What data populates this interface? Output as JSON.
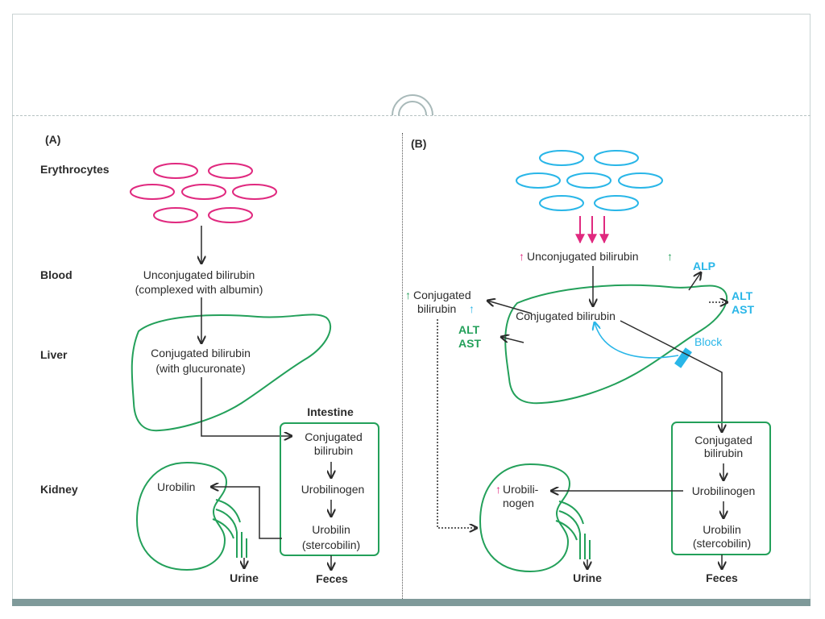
{
  "panel_a": {
    "label": "(A)",
    "row_labels": {
      "erythrocytes": "Erythrocytes",
      "blood": "Blood",
      "liver": "Liver",
      "kidney": "Kidney"
    },
    "blood_text": [
      "Unconjugated bilirubin",
      "(complexed with albumin)"
    ],
    "liver_text": [
      "Conjugated bilirubin",
      "(with glucuronate)"
    ],
    "intestine_title": "Intestine",
    "intestine_items": {
      "conjugated": [
        "Conjugated",
        "bilirubin"
      ],
      "urobilinogen": "Urobilinogen",
      "urobilin": [
        "Urobilin",
        "(stercobilin)"
      ]
    },
    "kidney_text": "Urobilin",
    "urine": "Urine",
    "feces": "Feces"
  },
  "panel_b": {
    "label": "(B)",
    "increase_symbol": "↑",
    "unconjugated": "Unconjugated bilirubin",
    "liver_text": "Conjugated bilirubin",
    "conjugated_out": [
      "Conjugated",
      "bilirubin"
    ],
    "alp": "ALP",
    "alt_ast_right": [
      "ALT",
      "AST"
    ],
    "alt_ast_left": [
      "ALT",
      "AST"
    ],
    "block": "Block",
    "intestine_items": {
      "conjugated": [
        "Conjugated",
        "bilirubin"
      ],
      "urobilinogen": "Urobilinogen",
      "urobilin": [
        "Urobilin",
        "(stercobilin)"
      ]
    },
    "kidney_text": [
      "Urobili-",
      "nogen"
    ],
    "urine": "Urine",
    "feces": "Feces"
  },
  "colors": {
    "erythrocyte_normal": "#e0297f",
    "erythrocyte_hemolysis": "#29b6e8",
    "organ_outline": "#23a05a",
    "enzyme_text": "#29b6e8",
    "increase_arrow_pink": "#e0297f",
    "increase_arrow_green": "#23a05a",
    "line": "#2b2b2b"
  }
}
